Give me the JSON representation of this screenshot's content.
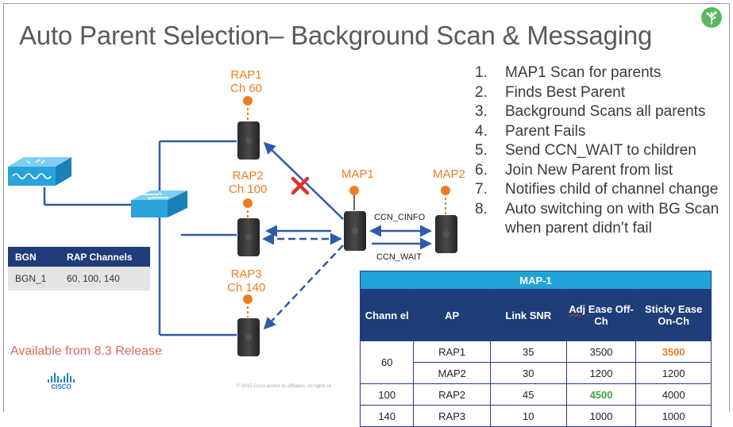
{
  "slide": {
    "title": "Auto Parent Selection– Background Scan & Messaging",
    "steps": [
      {
        "num": "1.",
        "text": "MAP1 Scan for parents"
      },
      {
        "num": "2.",
        "text": "Finds Best Parent"
      },
      {
        "num": "3.",
        "text": "Background Scans all parents"
      },
      {
        "num": "4.",
        "text": "Parent Fails"
      },
      {
        "num": "5.",
        "text": "Send CCN_WAIT to children"
      },
      {
        "num": "6.",
        "text": "Join New Parent from list"
      },
      {
        "num": "7.",
        "text": "Notifies child of channel change"
      },
      {
        "num": "8.",
        "text": "Auto switching on with BG Scan"
      }
    ],
    "step_8_continuation": "when parent didn’t fail"
  },
  "diagram": {
    "nodes": {
      "rap1": {
        "name": "RAP1",
        "channel": "Ch 60"
      },
      "rap2": {
        "name": "RAP2",
        "channel": "Ch 100"
      },
      "rap3": {
        "name": "RAP3",
        "channel": "Ch 140"
      },
      "map1": {
        "name": "MAP1"
      },
      "map2": {
        "name": "MAP2"
      }
    },
    "messages": {
      "info": "CCN_CINFO",
      "wait": "CCN_WAIT"
    },
    "failed_link": "RAP1-MAP1",
    "accent_color": "#ee7d22",
    "link_color": "#2f5aa8",
    "fail_color": "#e0302b"
  },
  "bgn_table": {
    "headers": [
      "BGN",
      "RAP Channels"
    ],
    "rows": [
      [
        "BGN_1",
        "60, 100, 140"
      ]
    ]
  },
  "availability_note": "Available from 8.3 Release",
  "logo": {
    "text": "CISCO"
  },
  "copyright": "© 2015  Cisco and/or its affiliates. All rights re",
  "map_table": {
    "caption": "MAP-1",
    "headers": [
      "Chann el",
      "AP",
      "Link SNR",
      "Adj Ease Off-Ch",
      "Sticky Ease On-Ch"
    ],
    "rows": [
      {
        "channel": "60",
        "ap": "RAP1",
        "snr": "35",
        "adj": "3500",
        "sticky": "3500"
      },
      {
        "channel": "",
        "ap": "MAP2",
        "snr": "30",
        "adj": "1200",
        "sticky": "1200"
      },
      {
        "channel": "100",
        "ap": "RAP2",
        "snr": "45",
        "adj": "4500",
        "sticky": "4000"
      },
      {
        "channel": "140",
        "ap": "RAP3",
        "snr": "10",
        "adj": "1000",
        "sticky": "1000"
      }
    ],
    "highlight_orange": "#ee7d22",
    "highlight_green": "#3fa33a"
  }
}
